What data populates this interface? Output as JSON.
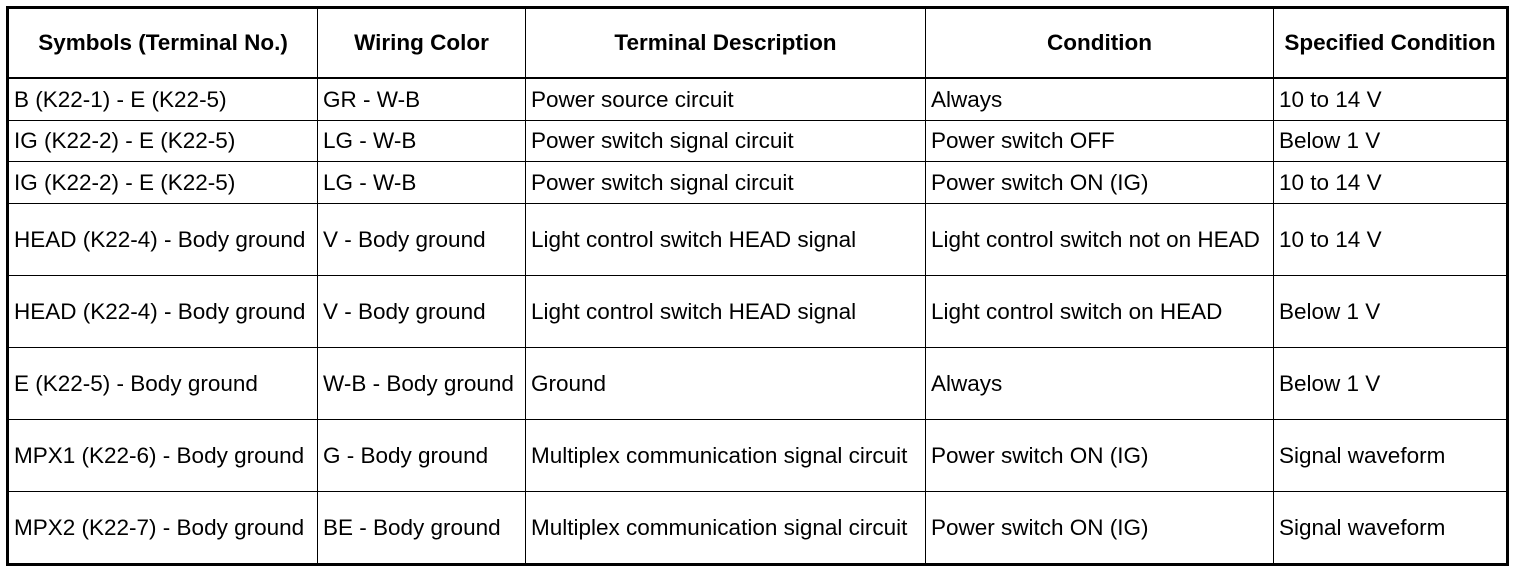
{
  "table": {
    "headers": [
      "Symbols (Terminal No.)",
      "Wiring Color",
      "Terminal Description",
      "Condition",
      "Specified Condition"
    ],
    "rows": [
      [
        "B (K22-1) - E (K22-5)",
        "GR - W-B",
        "Power source circuit",
        "Always",
        "10 to 14 V"
      ],
      [
        "IG (K22-2) - E (K22-5)",
        "LG - W-B",
        "Power switch signal circuit",
        "Power switch OFF",
        "Below 1 V"
      ],
      [
        "IG (K22-2) - E (K22-5)",
        "LG - W-B",
        "Power switch signal circuit",
        "Power switch ON (IG)",
        "10 to 14 V"
      ],
      [
        "HEAD (K22-4) - Body ground",
        "V - Body ground",
        "Light control switch HEAD signal",
        "Light control switch not on HEAD",
        "10 to 14 V"
      ],
      [
        "HEAD (K22-4) - Body ground",
        "V - Body ground",
        "Light control switch HEAD signal",
        "Light control switch on HEAD",
        "Below 1 V"
      ],
      [
        "E (K22-5) - Body ground",
        "W-B - Body ground",
        "Ground",
        "Always",
        "Below 1 V"
      ],
      [
        "MPX1 (K22-6) - Body ground",
        "G - Body ground",
        "Multiplex communication signal circuit",
        "Power switch ON (IG)",
        "Signal waveform"
      ],
      [
        "MPX2 (K22-7) - Body ground",
        "BE - Body ground",
        "Multiplex communication signal circuit",
        "Power switch ON (IG)",
        "Signal waveform"
      ]
    ]
  }
}
